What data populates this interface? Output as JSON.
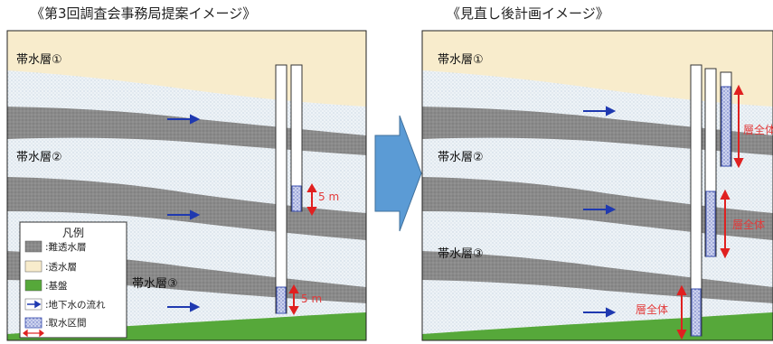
{
  "titles": {
    "left": "《第3回調査会事務局提案イメージ》",
    "right": "《見直し後計画イメージ》"
  },
  "left_panel": {
    "aquifer1": "帯水層①",
    "aquifer2": "帯水層②",
    "aquifer3": "帯水層③",
    "interval_label_upper": "5 m",
    "interval_label_lower": "5 m"
  },
  "right_panel": {
    "aquifer1": "帯水層①",
    "aquifer2": "帯水層②",
    "aquifer3": "帯水層③",
    "interval_label_1": "層全体",
    "interval_label_2": "層全体",
    "interval_label_3": "層全体"
  },
  "legend": {
    "title": "凡例",
    "items": [
      ":難透水層",
      ":透水層",
      ":基盤",
      ":地下水の流れ",
      ":取水区間"
    ]
  },
  "colors": {
    "permeable": "#f8eccc",
    "impermeable": "#8c8c8c",
    "basement": "#56a83a",
    "flow_arrow": "#1f39b0",
    "interval_fill": "#c5cce8",
    "interval_border": "#3b4fb0",
    "measure_arrow": "#e02020",
    "transition_arrow": "#5b9bd5"
  },
  "icons": [
    "flow-arrow-icon",
    "transition-arrow-icon",
    "measure-arrow-icon"
  ]
}
